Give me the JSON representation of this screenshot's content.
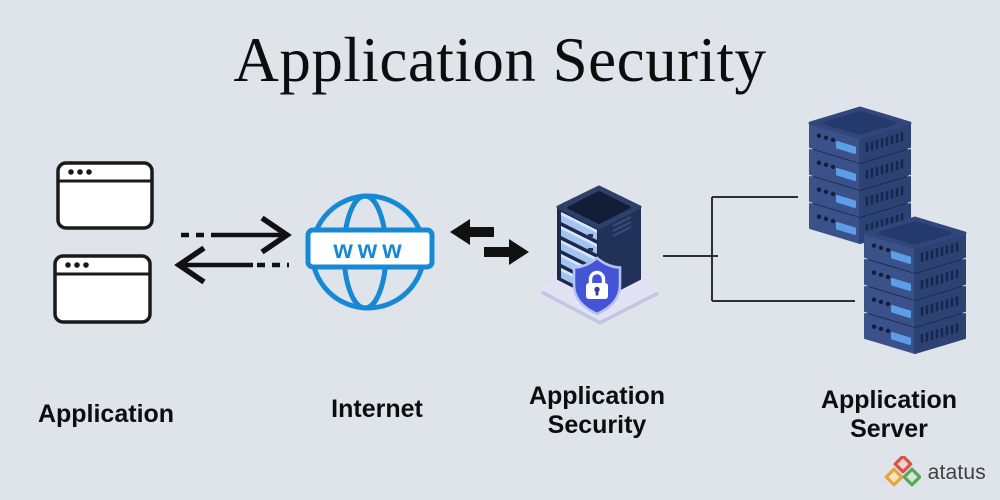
{
  "title": "Application Security",
  "labels": {
    "application": "Application",
    "internet": "Internet",
    "app_security_line1": "Application",
    "app_security_line2": "Security",
    "app_server_line1": "Application",
    "app_server_line2": "Server"
  },
  "internet_banner": "www",
  "logo": {
    "text": "atatus"
  },
  "colors": {
    "background": "#dee4ea",
    "text": "#0d0d0d",
    "globe_blue": "#1788d4",
    "arrow_black": "#111111",
    "connector_gray": "#2f2f2f",
    "server_tower_navy": "#1b2a4b",
    "server_tray_blue": "#a3c4f0",
    "stack_front_blue": "#3a5189",
    "stack_side_blue": "#2c4273",
    "stack_lid_blue": "#31477c",
    "stack_led_blue": "#5c9ee8",
    "shield_blue": "#4355d4",
    "shield_border": "#b5c2f5",
    "platform_lavender": "#e2e2f4",
    "logo_red": "#d65548",
    "logo_orange": "#e8a33d",
    "logo_green": "#58a75a",
    "logo_text_gray": "#3f3f3f"
  }
}
